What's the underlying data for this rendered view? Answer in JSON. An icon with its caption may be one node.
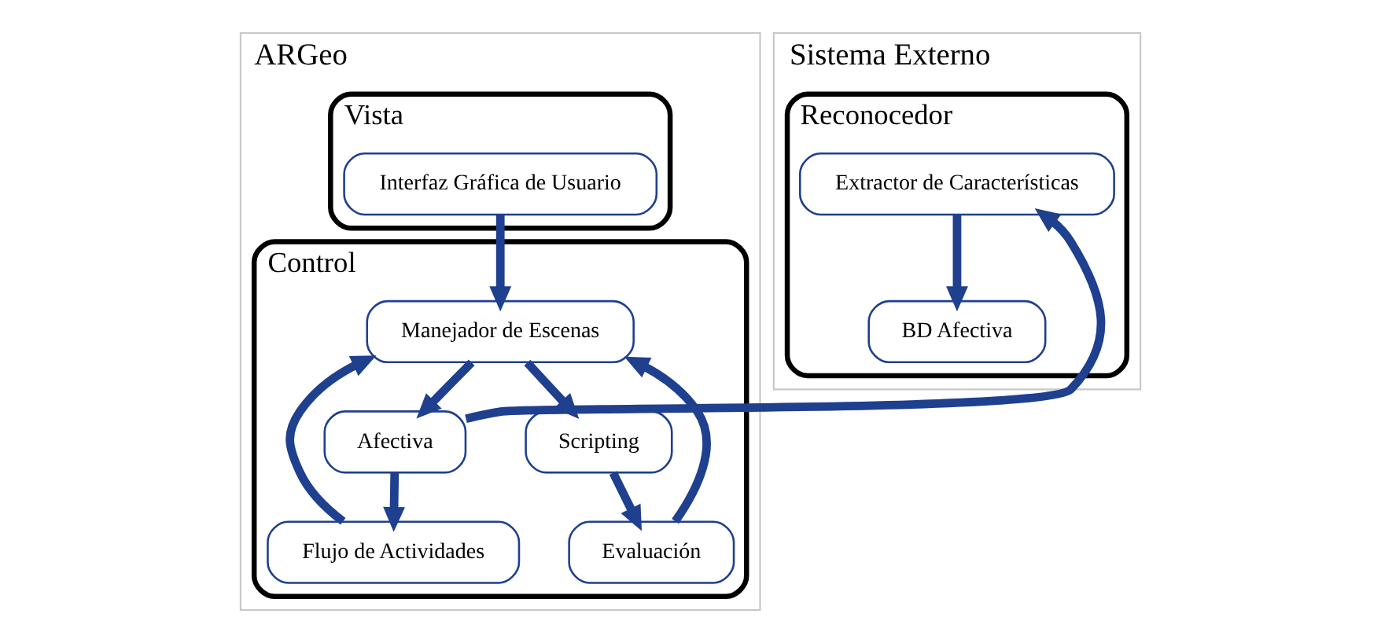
{
  "diagram": {
    "nodes": [
      {
        "text": [
          "ARGeo"
        ]
      },
      {
        "text": [
          "Vista"
        ],
        "in": 0
      },
      {
        "text": [
          "Interfaz Gráfica de Usuario"
        ],
        "in": 1
      },
      {
        "text": [
          "Control"
        ],
        "in": 0
      },
      {
        "text": [
          "Afectiva"
        ],
        "in": 3
      },
      {
        "text": [
          "Flujo de Actividades"
        ],
        "in": 3
      },
      {
        "text": [
          "Manejador de Escenas"
        ],
        "in": 3
      },
      {
        "text": [
          "Scripting"
        ],
        "in": 3
      },
      {
        "text": [
          "Evaluación"
        ],
        "in": 3
      },
      {
        "text": [
          "Sistema Externo"
        ]
      },
      {
        "text": [
          "Reconocedor"
        ],
        "in": 9
      },
      {
        "text": [
          "Extractor de Características"
        ],
        "in": 10
      },
      {
        "text": [
          "BD Afectiva"
        ],
        "in": 10
      }
    ],
    "edges": [
      {
        "from": 2,
        "to": 6,
        "arrow": "to"
      },
      {
        "from": 6,
        "to": 4,
        "arrow": "to"
      },
      {
        "from": 4,
        "to": 5,
        "arrow": "to"
      },
      {
        "from": 5,
        "to": 6,
        "arrow": "to"
      },
      {
        "from": 6,
        "to": 7,
        "arrow": "to"
      },
      {
        "from": 7,
        "to": 8,
        "arrow": "to"
      },
      {
        "from": 8,
        "to": 6,
        "arrow": "to"
      },
      {
        "from": 4,
        "to": 11,
        "arrow": "to"
      },
      {
        "from": 11,
        "to": 12,
        "arrow": "to"
      }
    ]
  }
}
